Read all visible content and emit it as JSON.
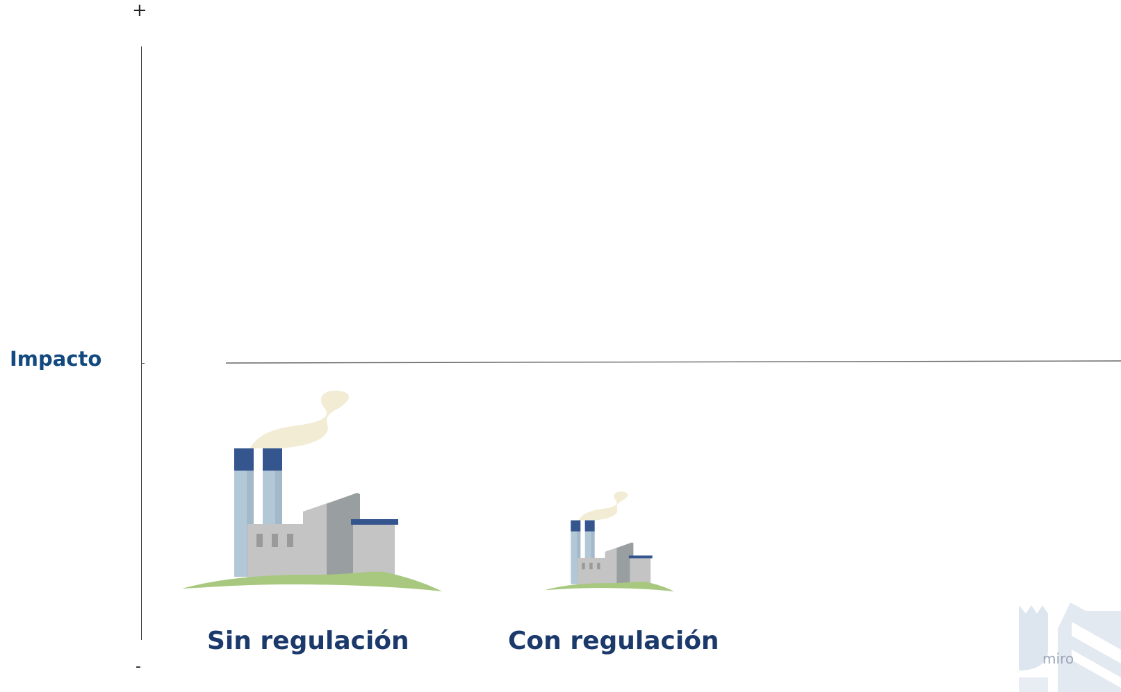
{
  "axis": {
    "top_marker": "+",
    "bottom_marker": "-",
    "y_label": "Impacto"
  },
  "categories": [
    {
      "label": "Sin regulación",
      "icon": "large-factory-icon"
    },
    {
      "label": "Con regulación",
      "icon": "small-factory-icon"
    }
  ],
  "colors": {
    "label_blue": "#12497f",
    "category_blue": "#1b3a6b",
    "chimney_cap": "#35558f",
    "chimney": "#b3c8d7",
    "building_light": "#c4c4c4",
    "building_dark": "#999fa1",
    "grass": "#a7c87e",
    "smoke": "#f2ecd4"
  },
  "watermark": {
    "text": "miro",
    "icon": "university-logo-icon"
  }
}
